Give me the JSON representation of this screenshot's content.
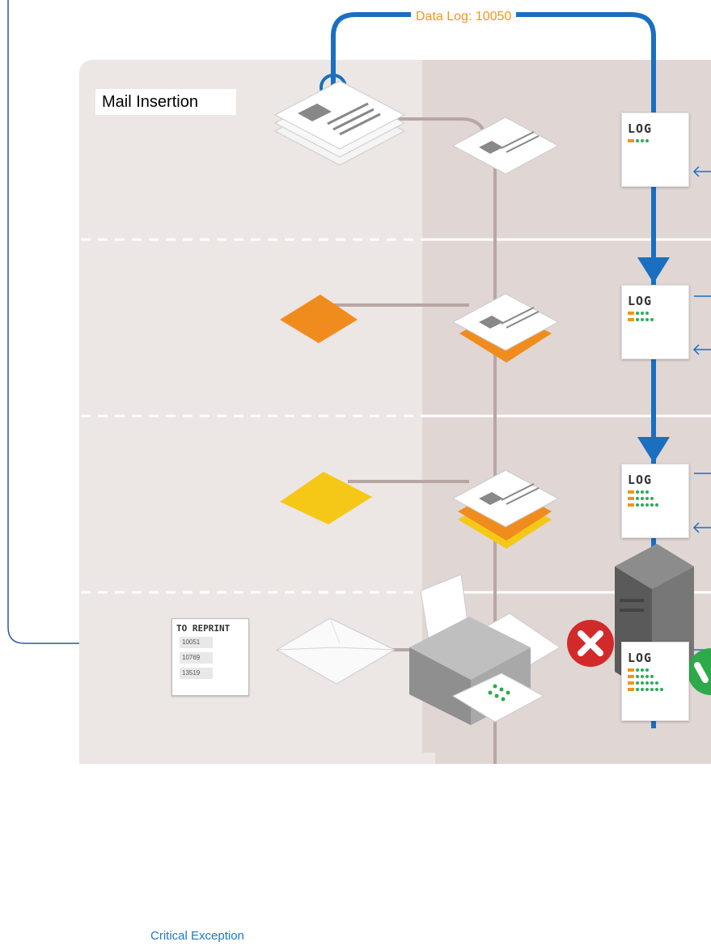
{
  "diagram": {
    "title": "Mail Insertion",
    "data_log_label": "Data Log: 10050",
    "log_label": "LOG",
    "reprint": {
      "title": "TO REPRINT",
      "numbers": [
        "10051",
        "10769",
        "13519"
      ]
    },
    "exception_label": "Critical Exception",
    "stages": [
      {
        "name": "print-stack",
        "log_dots": [
          3
        ]
      },
      {
        "name": "orange-insert",
        "log_dots": [
          3,
          4
        ]
      },
      {
        "name": "yellow-insert",
        "log_dots": [
          3,
          4,
          5
        ]
      },
      {
        "name": "envelope",
        "log_dots": [
          3,
          4,
          5,
          6
        ]
      }
    ],
    "status_icons": {
      "fail": "x-icon",
      "pass": "check-icon"
    },
    "colors": {
      "flow_blue": "#1a6fc0",
      "data_log_orange": "#f0961e",
      "orange_insert": "#f08c1e",
      "yellow_insert": "#f5c818",
      "fail_red": "#d22a2a",
      "pass_green": "#2eaa4a",
      "panel_left": "#ece6e4",
      "panel_right": "#e0d6d4"
    }
  }
}
